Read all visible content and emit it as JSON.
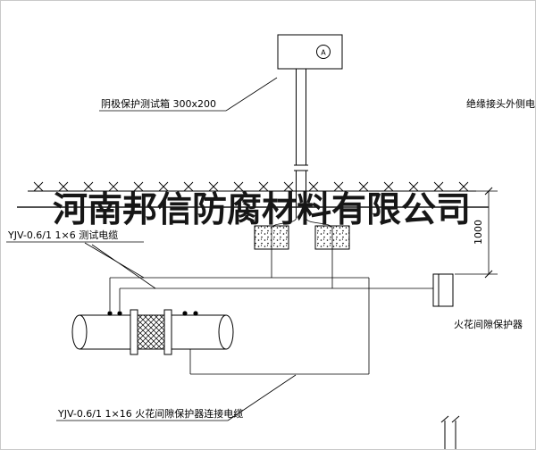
{
  "watermark": {
    "text": "河南邦信防腐材料有限公司",
    "color": "#161616"
  },
  "test_box": {
    "label": "阴极保护测试箱 300x200",
    "meter": "A"
  },
  "cables": {
    "insulated_joint_outer": "绝缘接头外侧电缆",
    "test_cable": "YJV-0.6/1  1×6  测试电缆",
    "protector_cable": "YJV-0.6/1  1×16  火花间隙保护器连接电缆"
  },
  "protector": {
    "label": "火花间隙保护器"
  },
  "dimension": {
    "depth": "1000"
  },
  "colors": {
    "line": "#000000",
    "background": "#ffffff"
  }
}
